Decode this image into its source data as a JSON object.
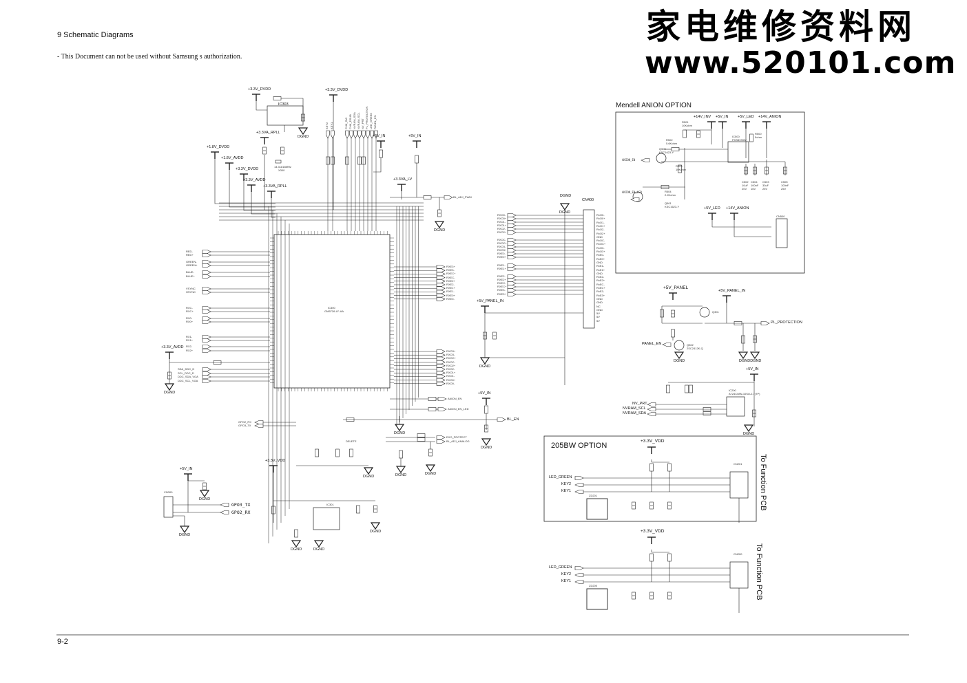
{
  "header": {
    "section_title": "9 Schematic Diagrams",
    "disclaimer": "- This Document can not be used without Samsung   s authorization.",
    "page_number": "9-2"
  },
  "watermark": {
    "cn": "家电维修资料网",
    "url": "www.520101.com"
  },
  "main": {
    "ic300": {
      "ref": "IC300",
      "part": "GM5726-LF-AA"
    },
    "ic303": {
      "ref": "IC303"
    },
    "ic301": {
      "ref": "IC301"
    },
    "x300": {
      "ref": "X300",
      "freq": "14.31818MHz"
    },
    "cn400": {
      "ref": "CN400"
    },
    "cn300": {
      "ref": "CN300"
    },
    "dgnd": "DGND",
    "delete": "DELETE",
    "rails": {
      "dvdd33": "+3.3V_DVDD",
      "avdd33": "+3.3V_AVDD",
      "rpll": "+3.3VA_RPLL",
      "dvdd18": "+1.8V_DVDD",
      "avdd18": "+1.8V_AVDD",
      "lv": "+3.3VA_LV",
      "v5in": "+5V_IN",
      "vdd33": "+3.3V_VDD",
      "panel_in": "+5V_PANEL_IN"
    },
    "top_ports": [
      "KEY2",
      "KEY1",
      "CHK_SW",
      "CHK_DSUB",
      "NVRAM_SDA",
      "NVRAM_SCL",
      "NV_PRT",
      "PL_PROTECTION",
      "LED_GREEN",
      "PANEL_EN"
    ],
    "left_ports": [
      "RED-",
      "RED+",
      "GREEN-",
      "GREEN+",
      "BLUE-",
      "BLUE+",
      "VSYNC",
      "HSYNC",
      "RXC-",
      "RXC+",
      "RX0-",
      "RX0+",
      "RX1-",
      "RX1+",
      "RX2-",
      "RX2+"
    ],
    "ddc_ports": [
      "SDA_DDC_D",
      "SCL_DDC_D",
      "DDC_SDA_VGA",
      "DDC_SCL_VGA"
    ],
    "right_ports_e": [
      "RXE3+",
      "RXE3-",
      "RXEC+",
      "RXEC-",
      "RXE2+",
      "RXE2-",
      "RXE1+",
      "RXE1-",
      "RXE0+",
      "RXE0-"
    ],
    "right_ports_o": [
      "RXO3+",
      "RXO3-",
      "RXOC+",
      "RXOC-",
      "RXO2+",
      "RXO2-",
      "RXO1+",
      "RXO1-",
      "RXO0+",
      "RXO0-"
    ],
    "cn400_inputs": [
      "RXO0-",
      "RXO0+",
      "RXO1-",
      "RXO1+",
      "RXO2-",
      "RXO2+",
      "RXOC-",
      "RXOC+",
      "RXO3-",
      "RXO3+",
      "RXE0-",
      "RXE0+",
      "RXE1-",
      "RXE1+",
      "RXE2-",
      "RXE2+",
      "RXEC-",
      "RXEC+",
      "RXE3-",
      "RXE3+"
    ],
    "cn400_pins": [
      "RxO0-",
      "RxO0+",
      "RxO1-",
      "RxO1+",
      "RxO2-",
      "RxO2+",
      "GND",
      "RxOC-",
      "RxOC+",
      "RxO3-",
      "RxO3+",
      "RxE0-",
      "RxE0+",
      "GND",
      "RxE1-",
      "RxE1+",
      "GND",
      "RxE2-",
      "RxE2+",
      "RxEC-",
      "RxEC+",
      "RxE3-",
      "RxE3+",
      "GND",
      "GND",
      "NC",
      "GND",
      "5V",
      "5V",
      "5V"
    ],
    "misc_ports": {
      "bl_pwm": "BL_ADJ_PWM",
      "anion_en": "ANION_EN",
      "anion_en_led": "ANION_EN_LED",
      "bl_en": "BL_EN",
      "exo_protect": "EXO_PROTECT",
      "bl_analog": "BL_ADJ_ANALOG",
      "gpo2_rx": "GPO2_RX",
      "gpo3_tx": "GPO3_TX",
      "gpo3_tx_b": "GPO3_TX",
      "gpo2_rx_b": "GPO2_RX"
    }
  },
  "anion": {
    "title": "Mendell ANION OPTION",
    "rails": [
      "+14V_INV",
      "+5V_IN",
      "+5V_LED",
      "+14V_ANION"
    ],
    "rails2": [
      "+5V_LED",
      "+14V_ANION"
    ],
    "ic": "IC500",
    "ic_part": "FDS8933W",
    "q500": "Q500",
    "q501": "Q501",
    "transistor": "KSC1623-Y",
    "anion_en": "ANION_EN",
    "anion_en_led": "ANION_EN_LED",
    "r501": "R501",
    "r501_v": "10Kohm",
    "r502": "R502",
    "r502_v": "5.6Kohm",
    "r503": "R503",
    "r503_v": "10Kohm",
    "r504": "R504",
    "r504_v": "2.2Kohm",
    "r500": "R500",
    "r500_v": "5ohm",
    "caps": [
      "C502",
      "C504",
      "C503",
      "C505"
    ],
    "cap_vals": [
      "10uF",
      "100nF",
      "33uF",
      "100nF"
    ],
    "cap_volts": [
      "20V",
      "16V",
      "25V",
      "25V"
    ],
    "cn": "CN500"
  },
  "panel": {
    "rail": "+5V_PANEL",
    "rail_in": "+5V_PANEL_IN",
    "pl_protection": "PL_PROTECTION",
    "panel_en": "PANEL_EN",
    "q301": "Q301",
    "q302": "Q302",
    "q302_part": "2SC2412K-Q",
    "dgnd": "DGND",
    "dgnd2": "DGNDDGND",
    "v5in": "+5V_IN",
    "nv_prt": "NV_PRT",
    "nvram_scl": "NVRAM_SCL",
    "nvram_sda": "NVRAM_SDA",
    "ic200": "IC200",
    "ic200_part": "AT24C08N-10SU-2.7(TP)"
  },
  "option205": {
    "title": "205BW OPTION",
    "rail": "+3.3V_VDD",
    "led_green": "LED_GREEN",
    "key2": "KEY2",
    "key1": "KEY1",
    "cn": "CN201",
    "zd": "ZD201",
    "to_function": "To Function PCB"
  },
  "option_lower": {
    "rail": "+3.3V_VDD",
    "led_green": "LED_GREEN",
    "key2": "KEY2",
    "key1": "KEY1",
    "cn": "CN200",
    "zd": "ZD200",
    "to_function": "To Function PCB"
  }
}
